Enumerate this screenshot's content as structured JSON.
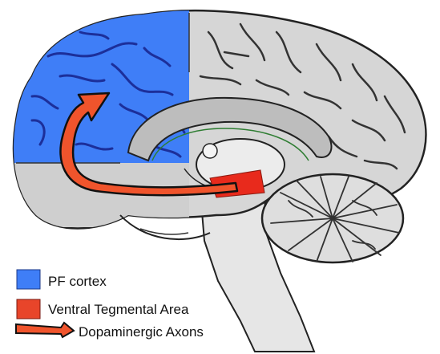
{
  "colors": {
    "pf_cortex": "#3f7ef7",
    "vta": "#e82a1c",
    "axon_fill": "#f0542c",
    "brain_gray": "#d4d4d4",
    "brain_light": "#e8e8e8",
    "sulcus": "#1f3aa8",
    "outline": "#222222"
  },
  "legend": {
    "items": [
      {
        "label": "PF cortex",
        "icon": "blue-swatch-icon"
      },
      {
        "label": "Ventral Tegmental Area",
        "icon": "red-swatch-icon"
      },
      {
        "label": "Dopaminergic Axons",
        "icon": "axon-arrow-icon"
      }
    ]
  }
}
